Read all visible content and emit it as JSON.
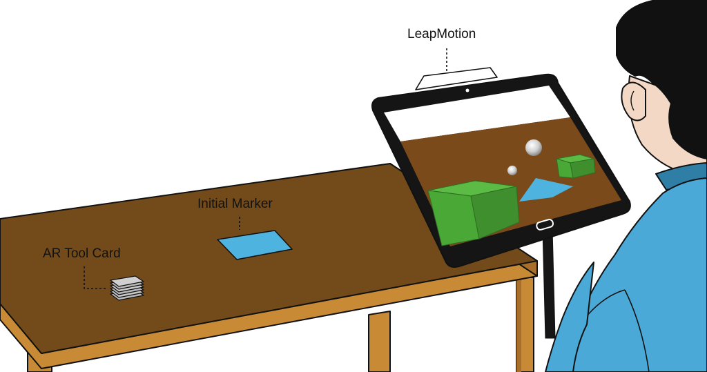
{
  "labels": {
    "leap_motion": "LeapMotion",
    "initial_marker": "Initial Marker",
    "ar_tool_card": "AR Tool Card"
  },
  "colors": {
    "table_top": "#734b1b",
    "table_edge": "#c98a36",
    "table_leg_dark": "#a86f2b",
    "marker": "#4fb3e0",
    "screen_sky": "#ffffff",
    "screen_ground": "#7a4a1a",
    "cube": "#4aa836",
    "shirt": "#4aa9d6",
    "hair": "#111111",
    "skin": "#f3d8c6"
  }
}
